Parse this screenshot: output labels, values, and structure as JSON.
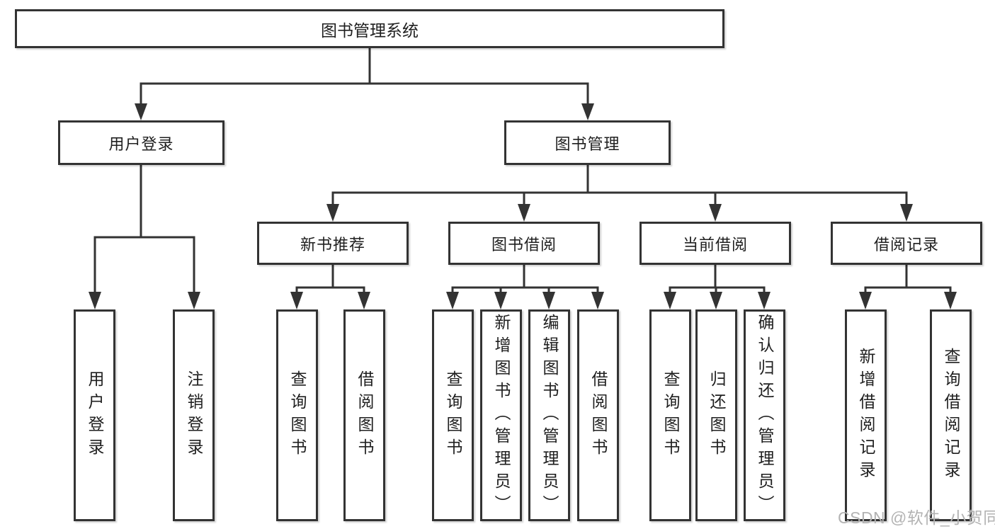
{
  "tree": {
    "root": {
      "label": "图书管理系统"
    },
    "branches": [
      {
        "label": "用户登录",
        "children": [
          {
            "label": "用户登录"
          },
          {
            "label": "注销登录"
          }
        ]
      },
      {
        "label": "图书管理",
        "children": [
          {
            "label": "新书推荐",
            "children": [
              {
                "label": "查询图书"
              },
              {
                "label": "借阅图书"
              }
            ]
          },
          {
            "label": "图书借阅",
            "children": [
              {
                "label": "查询图书"
              },
              {
                "label": "新增图书（管理员）"
              },
              {
                "label": "编辑图书（管理员）"
              },
              {
                "label": "借阅图书"
              }
            ]
          },
          {
            "label": "当前借阅",
            "children": [
              {
                "label": "查询图书"
              },
              {
                "label": "归还图书"
              },
              {
                "label": "确认归还（管理员）"
              }
            ]
          },
          {
            "label": "借阅记录",
            "children": [
              {
                "label": "新增借阅记录"
              },
              {
                "label": "查询借阅记录"
              }
            ]
          }
        ]
      }
    ]
  },
  "watermark": {
    "text": "CSDN @软件_小贺同学"
  },
  "colors": {
    "line": "#333333",
    "box_border": "#333333",
    "text": "#1f1f1f",
    "watermark": "#b3b3b3",
    "background": "#ffffff"
  }
}
